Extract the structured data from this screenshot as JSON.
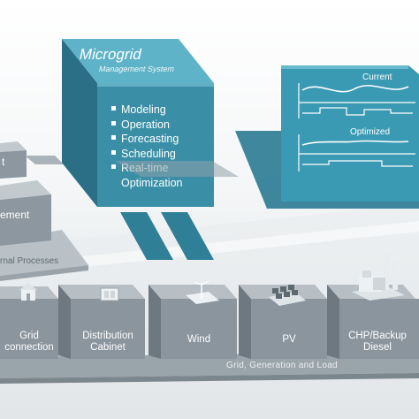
{
  "microgrid_box": {
    "title": "Microgrid",
    "subtitle": "Management System",
    "items": [
      "Modeling",
      "Operation",
      "Forecasting",
      "Scheduling",
      [
        "Real-time",
        "Optimization"
      ]
    ]
  },
  "profile_box": {
    "current_label": "Current",
    "optimized_label": "Optimized"
  },
  "left_stack": {
    "top_partial": "t",
    "middle_partial": "ement",
    "bottom_label": "rnal Processes"
  },
  "bottom_row": {
    "caption": "Grid, Generation and Load",
    "items": [
      {
        "name": "grid-connection",
        "label": [
          "Grid",
          "connection"
        ],
        "icon": "house-icon"
      },
      {
        "name": "distribution-cabinet",
        "label": [
          "Distribution",
          "Cabinet"
        ],
        "icon": "cabinet-icon"
      },
      {
        "name": "wind",
        "label": [
          "Wind"
        ],
        "icon": "wind-turbine-icon"
      },
      {
        "name": "pv",
        "label": [
          "PV"
        ],
        "icon": "solar-panel-icon"
      },
      {
        "name": "chp-backup-diesel",
        "label": [
          "CHP/Backup",
          "Diesel"
        ],
        "icon": "power-plant-icon"
      }
    ]
  },
  "colors": {
    "teal_front": "#3a8fa6",
    "teal_top": "#5fb3c8",
    "teal_side": "#2a6f85",
    "grey_front": "#8a959e",
    "grey_top": "#b7bfc5",
    "grey_side": "#6e7880"
  }
}
